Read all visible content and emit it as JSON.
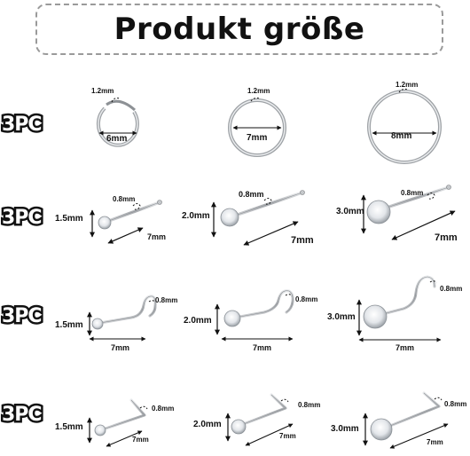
{
  "title": "Produkt größe",
  "quantity_label": "3PC",
  "colors": {
    "metal": "#b9bcc0",
    "metal_dark": "#7c7f83",
    "text": "#111111",
    "frame": "#9a9a9a"
  },
  "rows": [
    {
      "type": "hoop",
      "items": [
        {
          "thickness": "1.2mm",
          "diameter": "6mm"
        },
        {
          "thickness": "1.2mm",
          "diameter": "7mm"
        },
        {
          "thickness": "1.2mm",
          "diameter": "8mm"
        }
      ]
    },
    {
      "type": "straight-stud",
      "items": [
        {
          "gem": "1.5mm",
          "thickness": "0.8mm",
          "length": "7mm"
        },
        {
          "gem": "2.0mm",
          "thickness": "0.8mm",
          "length": "7mm"
        },
        {
          "gem": "3.0mm",
          "thickness": "0.8mm",
          "length": "7mm"
        }
      ]
    },
    {
      "type": "screw-stud",
      "items": [
        {
          "gem": "1.5mm",
          "thickness": "0.8mm",
          "length": "7mm"
        },
        {
          "gem": "2.0mm",
          "thickness": "0.8mm",
          "length": "7mm"
        },
        {
          "gem": "3.0mm",
          "thickness": "0.8mm",
          "length": "7mm"
        }
      ]
    },
    {
      "type": "l-shape-stud",
      "items": [
        {
          "gem": "1.5mm",
          "thickness": "0.8mm",
          "length": "7mm"
        },
        {
          "gem": "2.0mm",
          "thickness": "0.8mm",
          "length": "7mm"
        },
        {
          "gem": "3.0mm",
          "thickness": "0.8mm",
          "length": "7mm"
        }
      ]
    }
  ]
}
